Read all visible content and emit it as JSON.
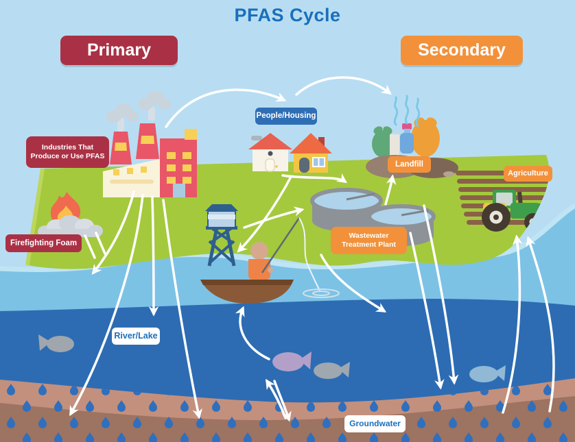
{
  "title": "PFAS Cycle",
  "badges": {
    "primary": {
      "label": "Primary",
      "color": "#aa3145"
    },
    "secondary": {
      "label": "Secondary",
      "color": "#f2913a"
    }
  },
  "nodes": {
    "industries": {
      "label": "Industries That Produce or Use PFAS",
      "type": "primary"
    },
    "firefighting": {
      "label": "Firefighting Foam",
      "type": "primary"
    },
    "people": {
      "label": "People/Housing",
      "type": "people"
    },
    "landfill": {
      "label": "Landfill",
      "type": "secondary"
    },
    "agriculture": {
      "label": "Agriculture",
      "type": "secondary"
    },
    "wastewater": {
      "label": "Wastewater Treatment Plant",
      "type": "secondary"
    },
    "river_lake": {
      "label": "River/Lake",
      "type": "water"
    },
    "groundwater": {
      "label": "Groundwater",
      "type": "water"
    }
  },
  "flows": [
    {
      "from": "industries",
      "to": "people"
    },
    {
      "from": "people",
      "to": "landfill"
    },
    {
      "from": "industries",
      "to": "river_lake"
    },
    {
      "from": "industries",
      "to": "groundwater"
    },
    {
      "from": "firefighting",
      "to": "river_lake"
    },
    {
      "from": "people",
      "to": "wastewater"
    },
    {
      "from": "wastewater",
      "to": "landfill"
    },
    {
      "from": "wastewater",
      "to": "river_lake"
    },
    {
      "from": "wastewater",
      "to": "groundwater"
    },
    {
      "from": "groundwater",
      "to": "agriculture"
    },
    {
      "from": "groundwater",
      "to": "river_lake"
    },
    {
      "from": "fish",
      "to": "people"
    }
  ],
  "icons": {
    "factory-icon": "buildings with smokestacks",
    "smoke-icon": "grey smoke puffs",
    "house-icon": "two houses",
    "landfill-trash-icon": "trash mounds, bags, bottle",
    "steam-icon": "wavy vapor lines",
    "field-rows-icon": "plowed crop rows",
    "tractor-icon": "green tractor",
    "wastewater-tank-icon": "two circular clarifier tanks",
    "water-tower-icon": "lattice water tower",
    "fire-foam-icon": "flame with foam cloud",
    "boat-fisherman-icon": "person fishing from boat",
    "fish-icon": "fish silhouettes",
    "raindrop-icon": "groundwater droplets",
    "ripple-icon": "water ripple rings",
    "arrow-icon": "white flow arrow"
  },
  "colors": {
    "sky": "#b8ddf2",
    "land_green": "#a4c93d",
    "water_shore": "#7cc2e5",
    "water_deep": "#2d6cb3",
    "soil_light": "#c3907d",
    "soil_dark": "#9d7361",
    "drop_blue": "#2f6fbe",
    "badge_red": "#aa3145",
    "badge_orange": "#f2913a",
    "badge_blue": "#2e6eb5",
    "title_blue": "#1a6fba",
    "arrow": "#ffffff"
  }
}
